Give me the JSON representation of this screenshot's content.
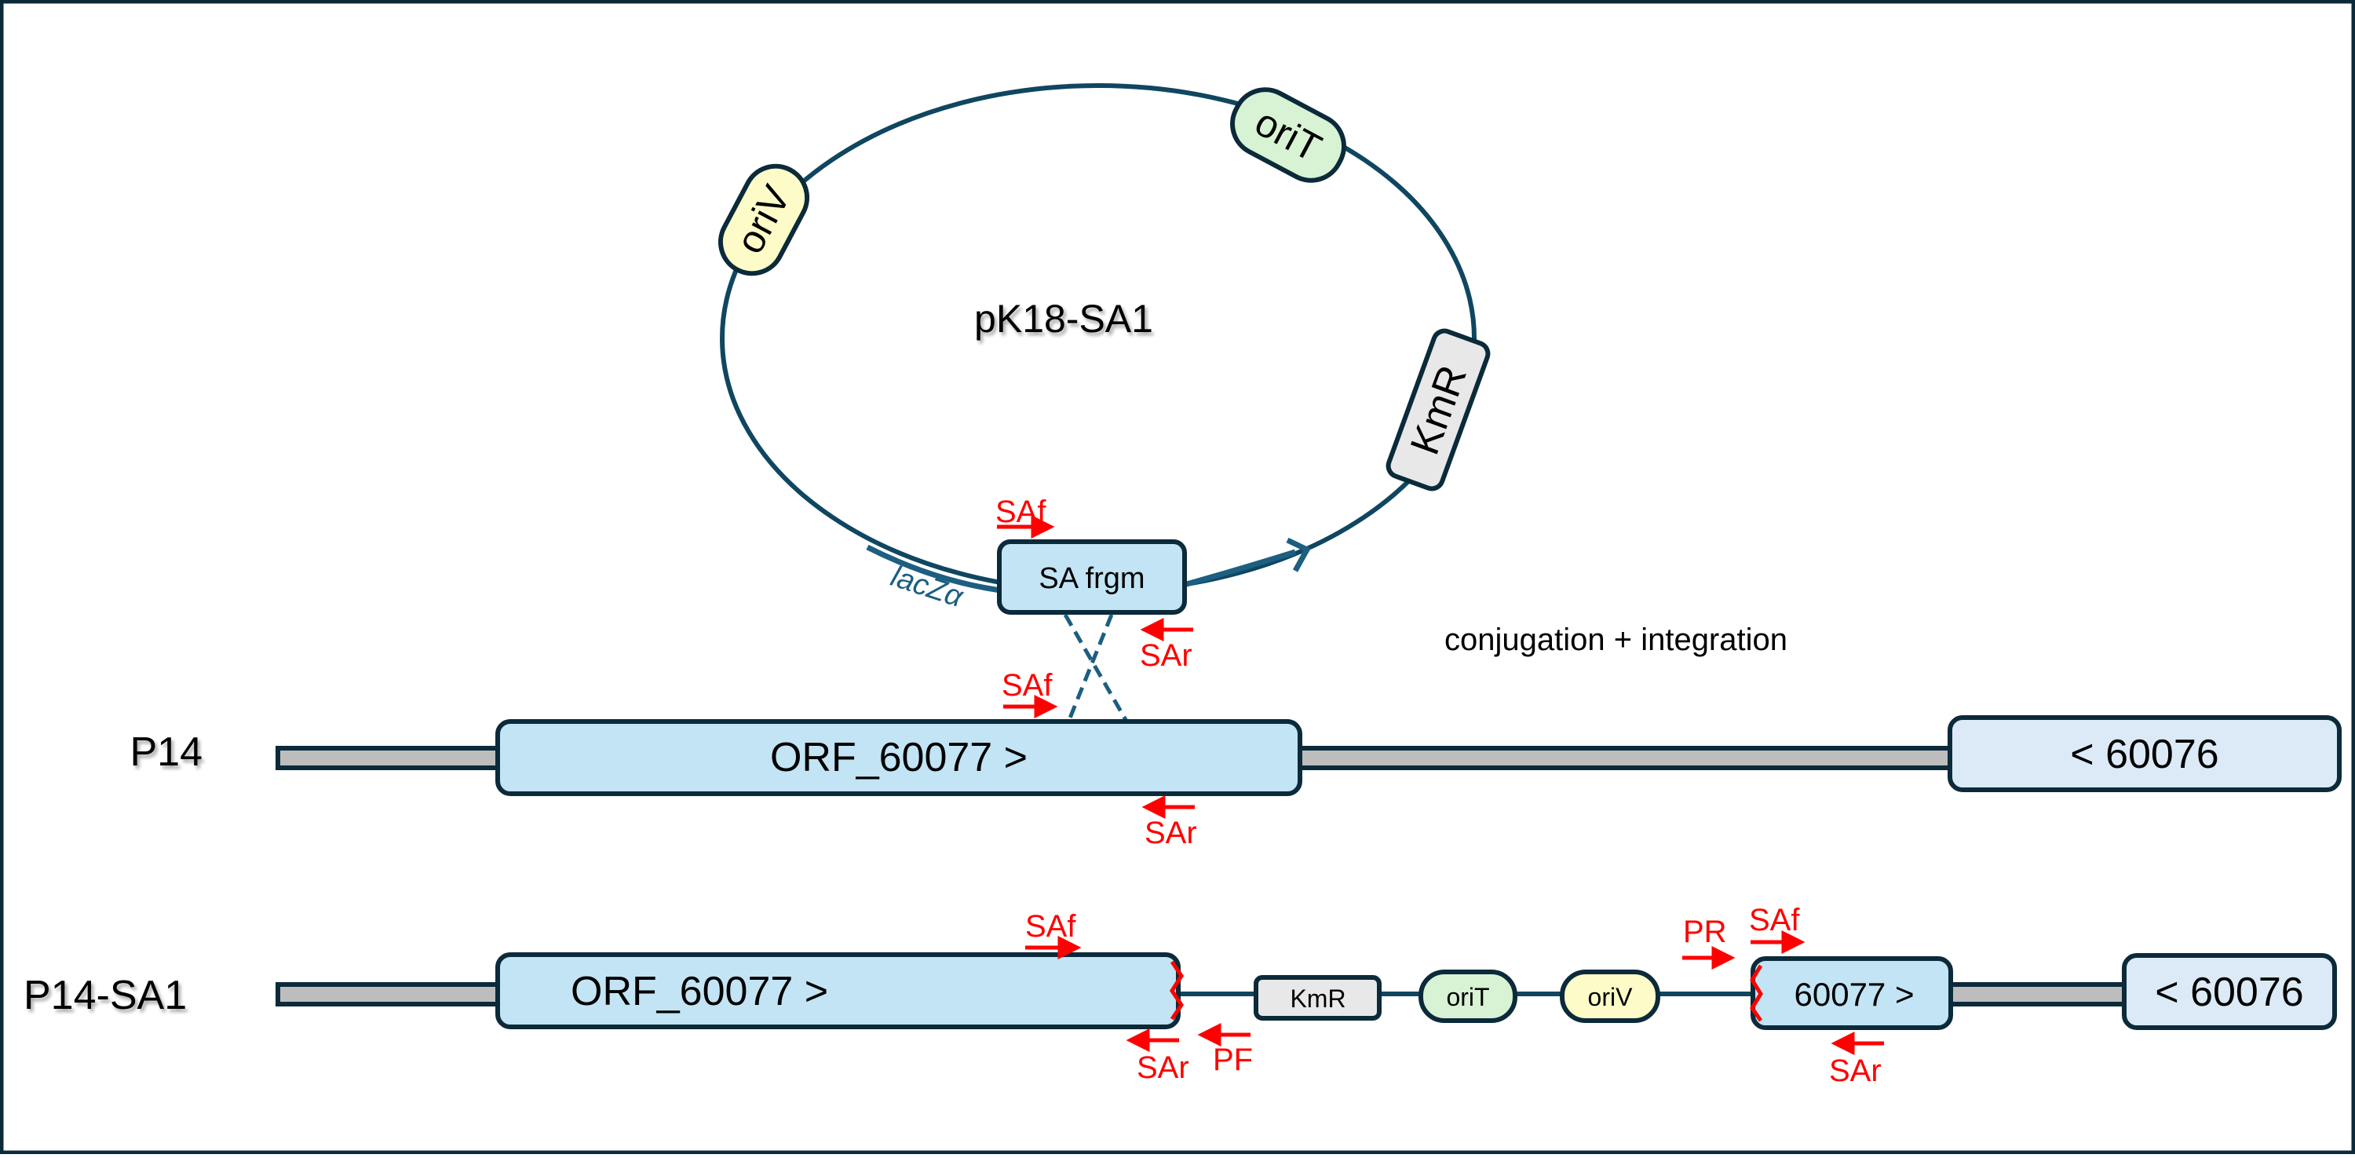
{
  "colors": {
    "frame": "#0b2a3a",
    "backbone": "#0f4660",
    "gene_fill": "#c2e4f4",
    "flank_fill": "#dbeaf6",
    "chrom_fill": "#bdbdbd",
    "oriV_fill": "#fdfcc8",
    "oriT_fill": "#d8f2d4",
    "kmR_fill": "#e8e8e8",
    "primer": "#ff0000",
    "lacZ": "#1c5f80"
  },
  "plasmid": {
    "name": "pK18-SA1",
    "features": {
      "oriV": "oriV",
      "oriT": "oriT",
      "kmR": "KmR",
      "insert": "SA frgm",
      "lacZ": "lacZα"
    },
    "primers": {
      "forward": "SAf",
      "reverse": "SAr"
    }
  },
  "process_label": "conjugation + integration",
  "tracks": [
    {
      "name": "P14",
      "gene_left": "ORF_60077 >",
      "gene_right": "< 60076",
      "primers": {
        "forward": "SAf",
        "reverse": "SAr"
      }
    },
    {
      "name": "P14-SA1",
      "gene_left": "ORF_60077 >",
      "insert_elements": [
        "KmR",
        "oriT",
        "oriV"
      ],
      "gene_mid": "60077 >",
      "gene_right": "< 60076",
      "primers": {
        "left_forward": "SAf",
        "left_reverse": "SAr",
        "pf": "PF",
        "pr": "PR",
        "right_forward": "SAf",
        "right_reverse": "SAr"
      }
    }
  ]
}
